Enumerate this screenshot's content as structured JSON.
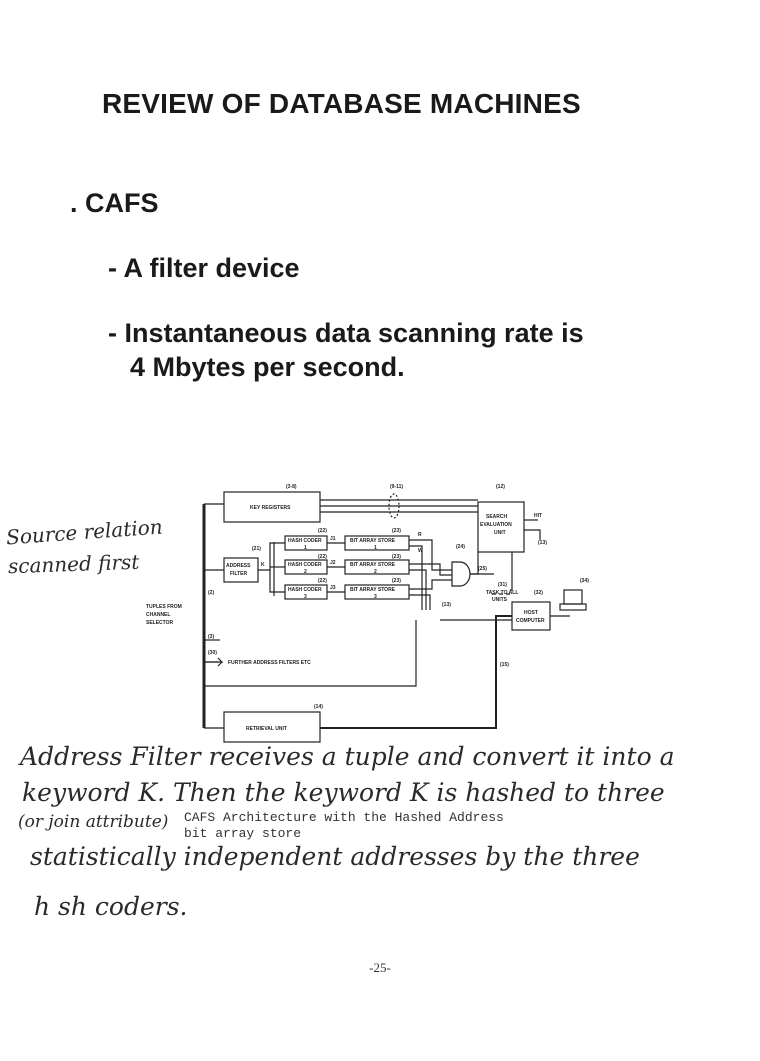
{
  "title": "REVIEW OF DATABASE MACHINES",
  "section": ". CAFS",
  "bullets": [
    "- A filter device",
    "- Instantaneous data scanning rate is",
    "4 Mbytes per second."
  ],
  "diagram": {
    "key_registers": "KEY REGISTERS",
    "address_filter_1": "ADDRESS",
    "address_filter_2": "FILTER",
    "hash_coder_1": "HASH CODER",
    "hash_coder_2": "HASH CODER",
    "hash_coder_3": "HASH CODER",
    "hash_num_1": "1",
    "hash_num_2": "2",
    "hash_num_3": "3",
    "bit_array_1": "BIT ARRAY STORE",
    "bit_array_2": "BIT ARRAY STORE",
    "bit_array_3": "BIT ARRAY STORE",
    "bit_num_1": "1",
    "bit_num_2": "2",
    "bit_num_3": "3",
    "search_eval_1": "SEARCH",
    "search_eval_2": "EVALUATION",
    "search_eval_3": "UNIT",
    "host_1": "HOST",
    "host_2": "COMPUTER",
    "task_1": "TASK TO ALL",
    "task_2": "UNITS",
    "hit": "HIT",
    "tuples_1": "TUPLES FROM",
    "tuples_2": "CHANNEL",
    "tuples_3": "SELECTOR",
    "further": "FURTHER ADDRESS FILTERS ETC",
    "retrieval": "RETRIEVAL UNIT",
    "ref_3_8": "(3-8)",
    "ref_9_11": "(9-11)",
    "ref_12": "(12)",
    "ref_13a": "(13)",
    "ref_13b": "(13)",
    "ref_21": "(21)",
    "ref_22a": "(22)",
    "ref_22b": "(22)",
    "ref_22c": "(22)",
    "ref_23a": "(23)",
    "ref_23b": "(23)",
    "ref_23c": "(23)",
    "ref_24": "(24)",
    "ref_25": "(25)",
    "ref_31": "(31)",
    "ref_32": "(32)",
    "ref_34": "(34)",
    "ref_2": "(2)",
    "ref_3": "(3)",
    "ref_30": "(30)",
    "ref_15": "(15)",
    "ref_14": "(14)",
    "k": "K",
    "j1": "J1",
    "j2": "J2",
    "j3": "J3",
    "r": "R",
    "w": "W"
  },
  "handwritten": {
    "side_1": "Source relation",
    "side_2": "scanned first",
    "line1": "Address Filter receives a tuple and convert it into a",
    "line2": "keyword K. Then the keyword K is hashed to three",
    "line3_prefix": "(or join attribute)",
    "line4": "statistically independent addresses by the three",
    "line5": "h sh coders."
  },
  "caption_1": "CAFS Architecture with the Hashed Address",
  "caption_2": "bit array store",
  "page_number": "-25-"
}
